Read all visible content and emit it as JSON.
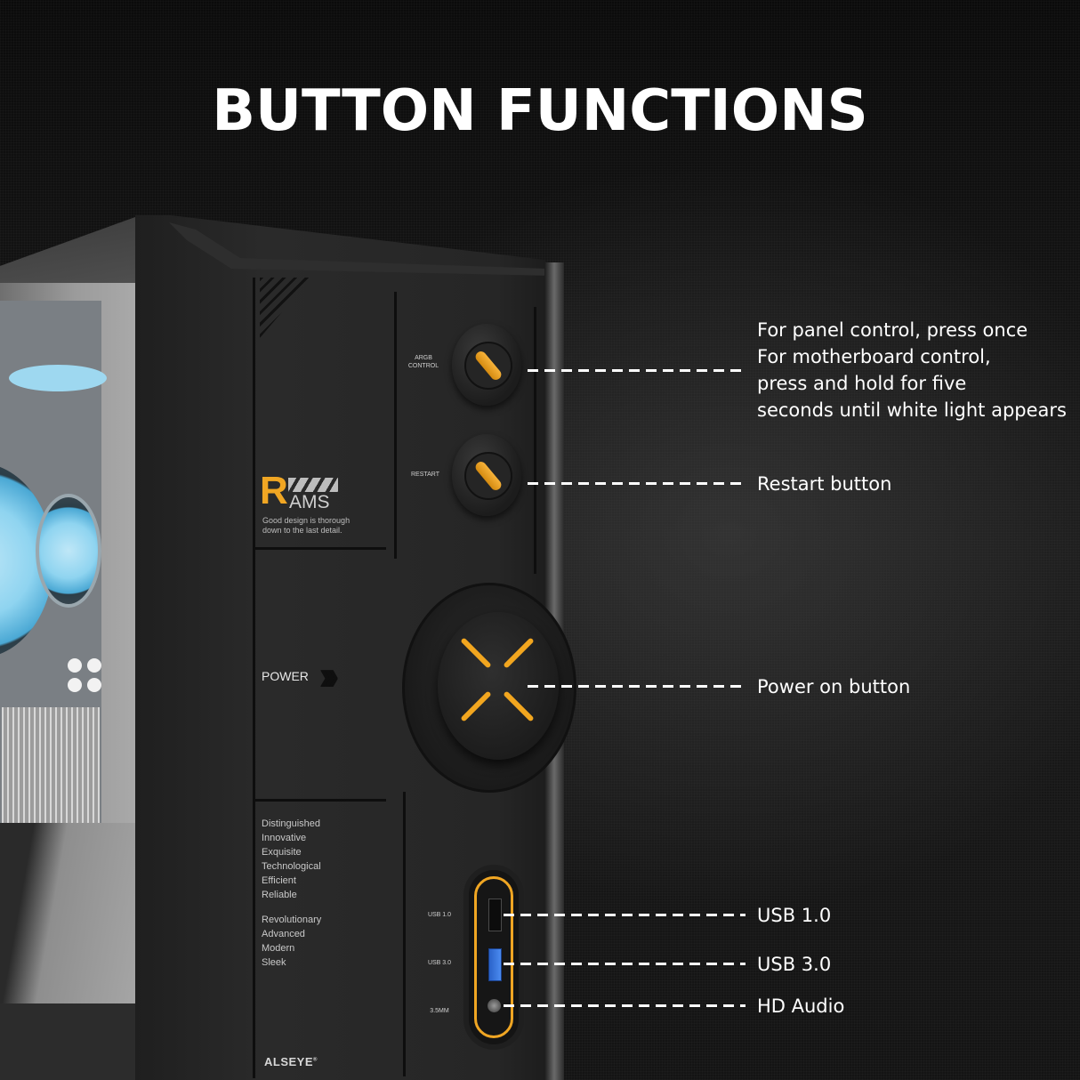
{
  "title": "BUTTON FUNCTIONS",
  "colors": {
    "background": "#121212",
    "accent_orange": "#f0a623",
    "usb3_blue": "#3b7be0",
    "text": "#ffffff"
  },
  "case": {
    "brand": "ALSEYE",
    "brand_mark": "®",
    "rams_logo": {
      "letter": "R",
      "text": "AMS",
      "tagline": "Good design is thorough down to the last detail."
    },
    "labels": {
      "argb": "ARGB CONTROL",
      "restart": "RESTART",
      "power": "POWER",
      "usb1": "USB 1.0",
      "usb3": "USB 3.0",
      "audio": "3.5MM"
    },
    "word_list_1": [
      "Distinguished",
      "Innovative",
      "Exquisite",
      "Technological",
      "Efficient",
      "Reliable"
    ],
    "word_list_2": [
      "Revolutionary",
      "Advanced",
      "Modern",
      "Sleek"
    ]
  },
  "callouts": [
    {
      "id": "argb",
      "lines": [
        "For panel control, press once",
        "For motherboard control,",
        "press and hold for five",
        "seconds until white light appears"
      ]
    },
    {
      "id": "restart",
      "text": "Restart button"
    },
    {
      "id": "power",
      "text": "Power on button"
    },
    {
      "id": "usb1",
      "text": "USB 1.0"
    },
    {
      "id": "usb3",
      "text": "USB 3.0"
    },
    {
      "id": "audio",
      "text": "HD Audio"
    }
  ]
}
